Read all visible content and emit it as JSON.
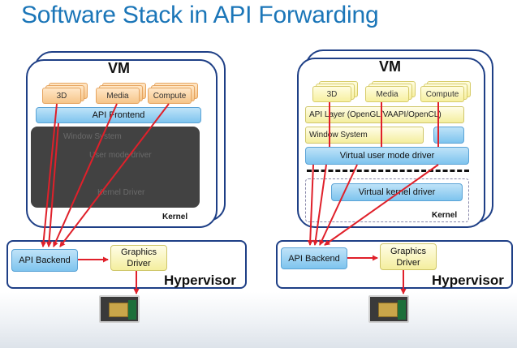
{
  "title": "Software Stack in API Forwarding",
  "colors": {
    "title": "#1b76b8",
    "frame": "#1e3f86",
    "arrow": "#e0202a"
  },
  "left": {
    "vm_label": "VM",
    "apps": [
      "3D",
      "Media",
      "Compute"
    ],
    "api_frontend": "API Frontend",
    "obscured_layers": [
      "Window System",
      "User mode driver",
      "Kernel Driver"
    ],
    "kernel_label": "Kernel",
    "api_backend": "API Backend",
    "graphics_driver": "Graphics Driver",
    "hypervisor_label": "Hypervisor"
  },
  "right": {
    "vm_label": "VM",
    "apps": [
      "3D",
      "Media",
      "Compute"
    ],
    "api_layer": "API Layer (OpenGL/VAAPI/OpenCL)",
    "window_system": "Window System",
    "virtual_user_mode_driver": "Virtual user mode driver",
    "virtual_kernel_driver": "Virtual kernel driver",
    "kernel_label": "Kernel",
    "api_backend": "API Backend",
    "graphics_driver": "Graphics Driver",
    "hypervisor_label": "Hypervisor"
  },
  "icons": [
    "gpu-chip-icon",
    "gpu-chip-icon"
  ]
}
